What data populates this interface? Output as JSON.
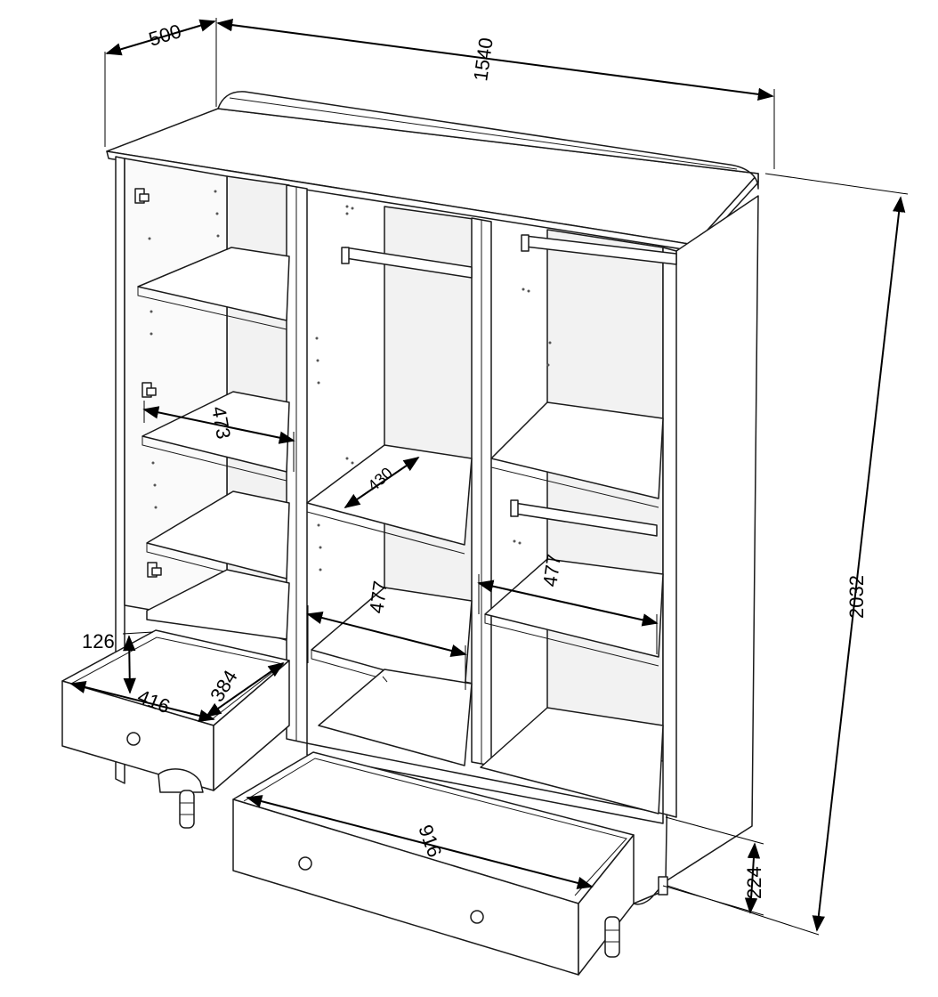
{
  "diagram": {
    "dimensions": {
      "width_total": "1540",
      "depth": "500",
      "height_total": "2032",
      "leg_height": "224",
      "left_shelf_width": "473",
      "middle_shelf_depth": "430",
      "middle_inner_width": "477",
      "right_inner_width": "477",
      "small_drawer_height": "126",
      "small_drawer_width": "416",
      "small_drawer_depth": "384",
      "large_drawer_width": "916"
    }
  }
}
